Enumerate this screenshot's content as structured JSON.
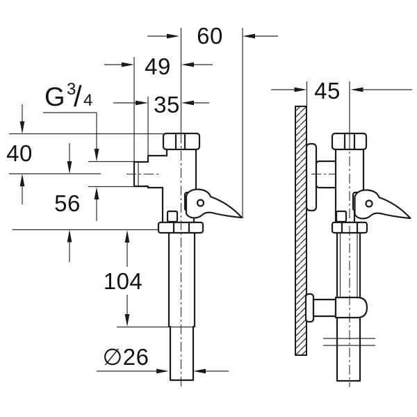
{
  "diagram": {
    "kind": "technical-dimension-drawing",
    "subject": "wall-mounted flush valve, front and side elevation",
    "background": "#ffffff",
    "line_color": "#1a1a1a",
    "dimensions": {
      "center_to_lever_tip": "60",
      "inlet_to_center": "49",
      "inlet_boss_to_center": "35",
      "thread_base": "G",
      "thread_sup": "3",
      "thread_slash": "/",
      "thread_sub": "4",
      "cap_to_inlet_axis": "40",
      "inlet_axis_to_outlet": "56",
      "flush_pipe_length": "104",
      "flush_pipe_diameter": "∅26",
      "wall_to_axis": "45"
    }
  }
}
